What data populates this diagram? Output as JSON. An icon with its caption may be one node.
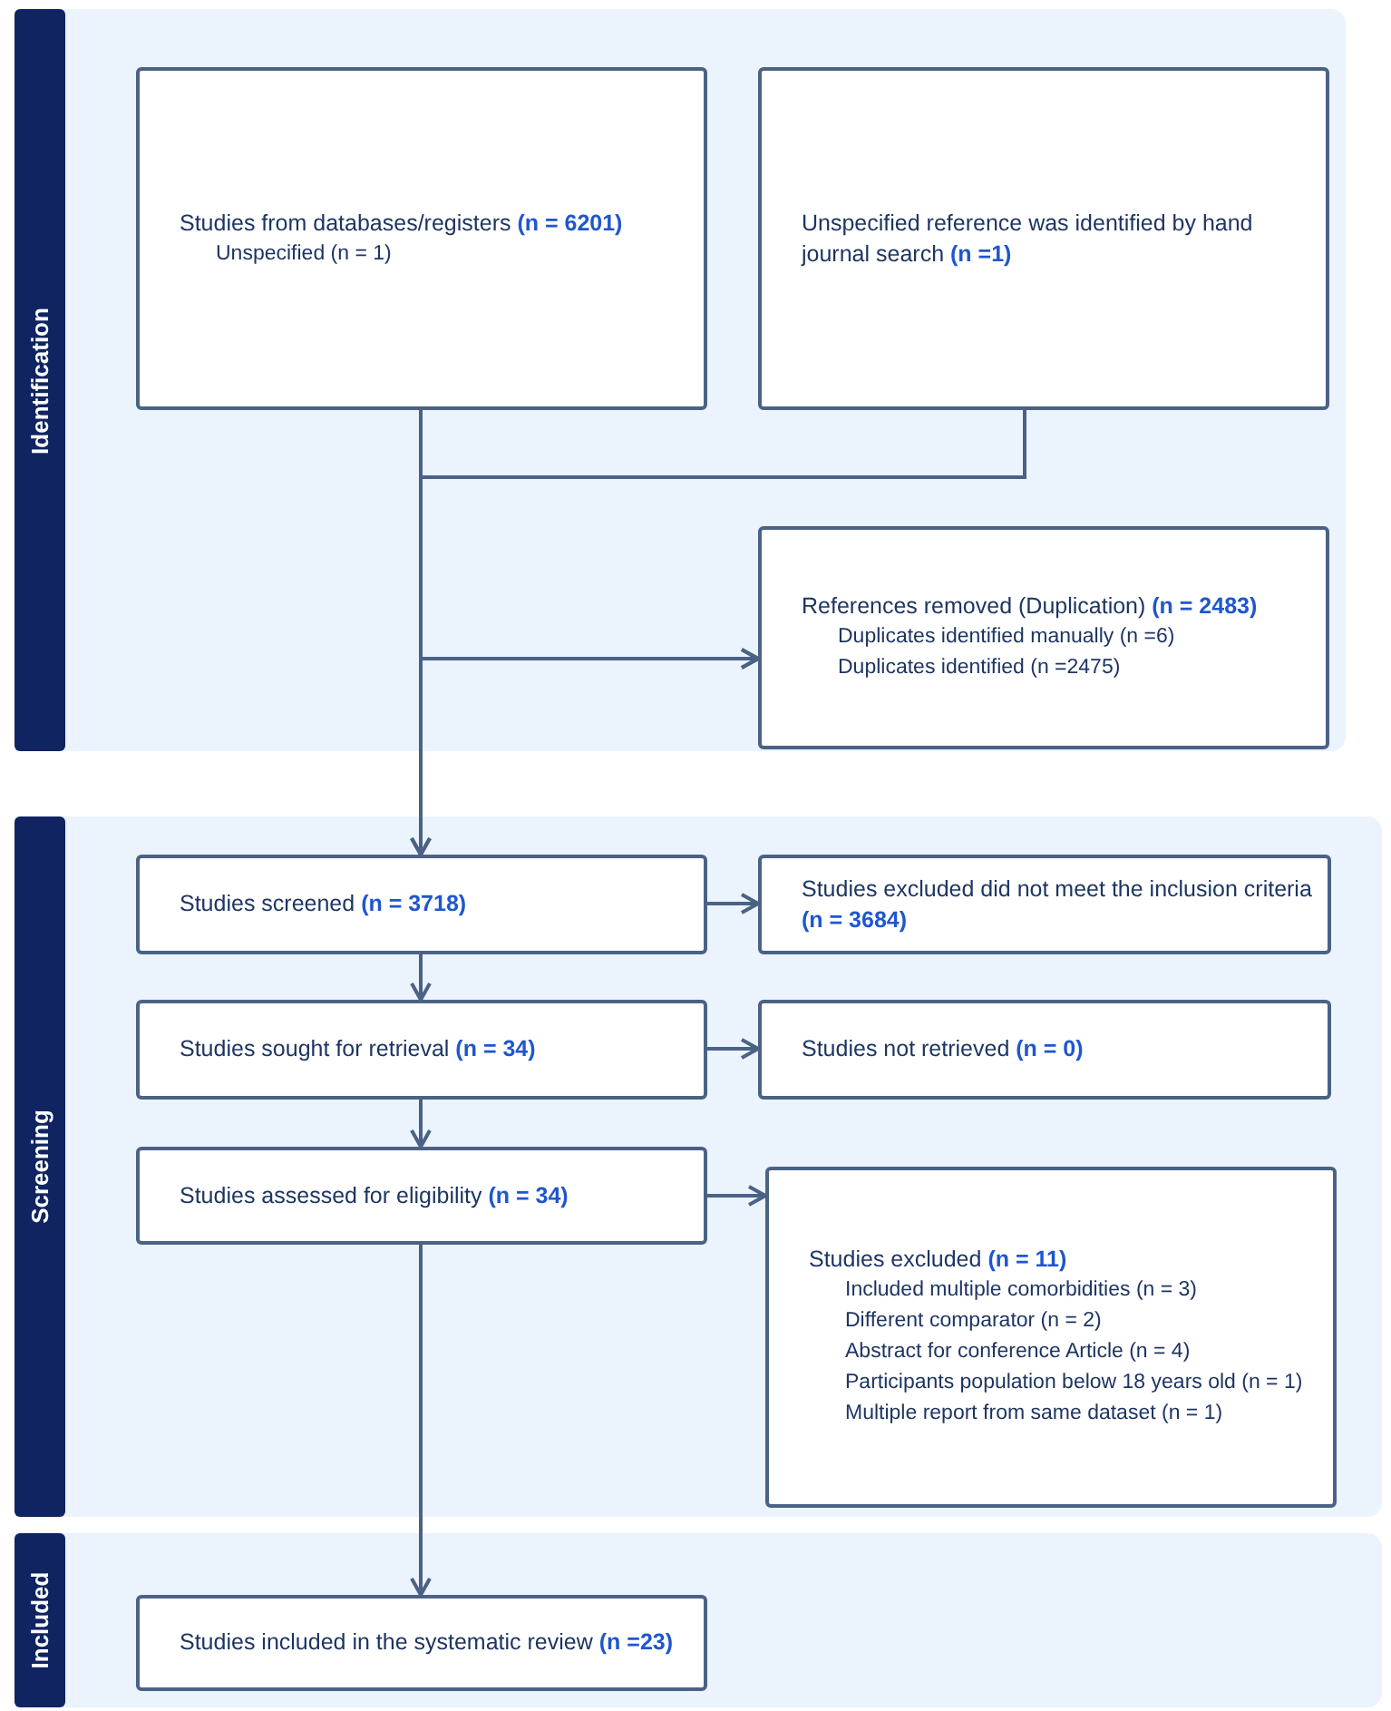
{
  "diagram": {
    "nodes": [
      {
        "text": [
          "Identification"
        ]
      },
      {
        "text": [
          "Studies from databases/registers **(n = 6201)**",
          "Unspecified (n = 1)"
        ],
        "in": 0
      },
      {
        "text": [
          "Unspecified reference was identified by hand journal search **(n =1)**"
        ],
        "in": 0
      },
      {
        "text": [
          "References removed (Duplication) **(n = 2483)**",
          "Duplicates identified manually (n =6)",
          "Duplicates identified (n =2475)"
        ],
        "in": 0
      },
      {
        "text": [
          "Screening"
        ]
      },
      {
        "text": [
          "Studies screened **(n = 3718)**"
        ],
        "in": 4
      },
      {
        "text": [
          "Studies excluded did not meet the inclusion criteria **(n = 3684)**"
        ],
        "in": 4
      },
      {
        "text": [
          "Studies sought for retrieval **(n = 34)**"
        ],
        "in": 4
      },
      {
        "text": [
          "Studies not retrieved **(n = 0)**"
        ],
        "in": 4
      },
      {
        "text": [
          "Studies assessed for eligibility **(n = 34)**"
        ],
        "in": 4
      },
      {
        "text": [
          "Studies excluded **(n = 11)**",
          "Included multiple comorbidities (n = 3)",
          "Different comparator (n = 2)",
          "Abstract for conference Article (n = 4)",
          "Participants population below 18 years old (n = 1)",
          "Multiple report from same dataset (n = 1)"
        ],
        "in": 4
      },
      {
        "text": [
          "Included"
        ]
      },
      {
        "text": [
          "Studies included in the systematic review **(n =23)**"
        ],
        "in": 11
      }
    ],
    "edges": [
      {
        "from": 1,
        "to": 3,
        "arrow": "to"
      },
      {
        "from": 2,
        "to": 3,
        "arrow": "to"
      },
      {
        "from": 1,
        "to": 5,
        "arrow": "to"
      },
      {
        "from": 2,
        "to": 5,
        "arrow": "to"
      },
      {
        "from": 5,
        "to": 6,
        "arrow": "to"
      },
      {
        "from": 5,
        "to": 7,
        "arrow": "to"
      },
      {
        "from": 7,
        "to": 8,
        "arrow": "to"
      },
      {
        "from": 7,
        "to": 9,
        "arrow": "to"
      },
      {
        "from": 9,
        "to": 10,
        "arrow": "to"
      },
      {
        "from": 9,
        "to": 12,
        "arrow": "to"
      }
    ]
  }
}
